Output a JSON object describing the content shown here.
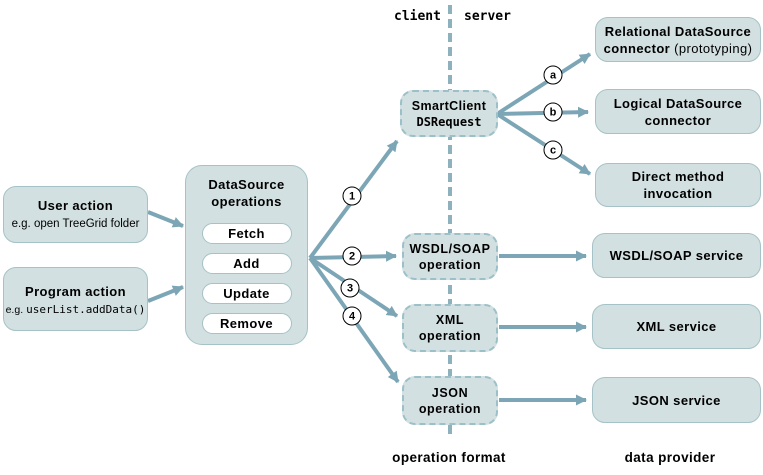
{
  "header": {
    "client": "client",
    "server": "server"
  },
  "footer": {
    "operation_format": "operation format",
    "data_provider": "data provider"
  },
  "sources": {
    "user_action": {
      "title": "User action",
      "example": "e.g. open TreeGrid folder"
    },
    "program_action": {
      "title": "Program action",
      "example_prefix": "e.g.",
      "example_code": "userList.addData()"
    }
  },
  "datasource_operations": {
    "title_line1": "DataSource",
    "title_line2": "operations",
    "buttons": [
      "Fetch",
      "Add",
      "Update",
      "Remove"
    ]
  },
  "smartclient": {
    "line1": "SmartClient",
    "line2": "DSRequest"
  },
  "operation_formats": [
    {
      "line1": "WSDL/SOAP",
      "line2": "operation"
    },
    {
      "line1": "XML",
      "line2": "operation"
    },
    {
      "line1": "JSON",
      "line2": "operation"
    }
  ],
  "data_providers": [
    {
      "line1": "Relational DataSource",
      "line2_bold": "connector",
      "line2_normal": " (prototyping)"
    },
    {
      "line1": "Logical DataSource",
      "line2_bold": "connector",
      "line2_normal": ""
    },
    {
      "line1": "Direct method",
      "line2_bold": "invocation",
      "line2_normal": ""
    },
    {
      "label": "WSDL/SOAP service"
    },
    {
      "label": "XML service"
    },
    {
      "label": "JSON service"
    }
  ],
  "markers": {
    "m1": "1",
    "m2": "2",
    "m3": "3",
    "m4": "4",
    "ma": "a",
    "mb": "b",
    "mc": "c"
  },
  "colors": {
    "box_fill": "#d3e0e1",
    "box_border": "#a5c2c6",
    "dashed_border": "#9cc0c8",
    "arrow": "#7ca6b6",
    "divider": "#8db1bd",
    "pill_fill": "#ffffff",
    "text": "#000000"
  }
}
